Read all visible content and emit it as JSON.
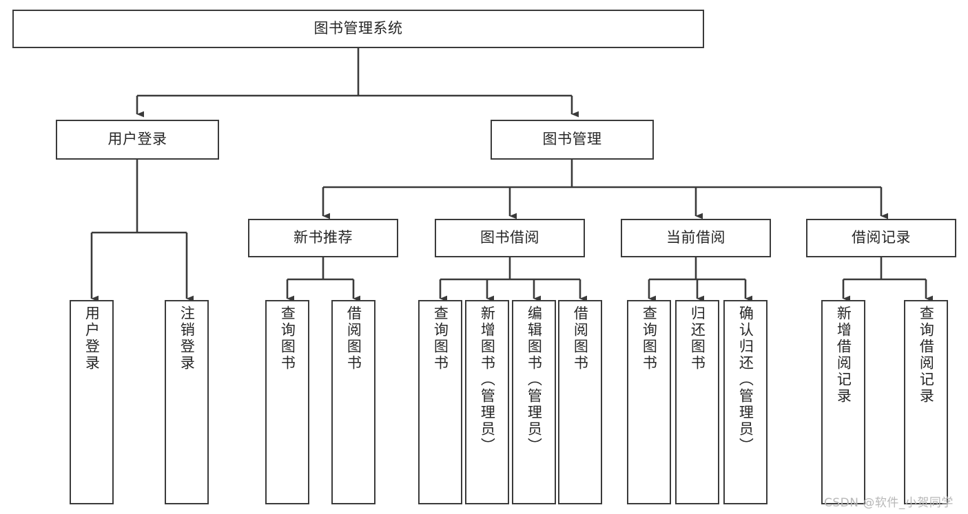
{
  "diagram": {
    "title": "图书管理系统",
    "type": "tree-hierarchy",
    "watermark": "CSDN @软件_小贺同学",
    "colors": {
      "stroke": "#3a3a3a",
      "fill": "#ffffff",
      "text": "#262626",
      "watermark": "#b8b8b8"
    },
    "root": {
      "label": "图书管理系统"
    },
    "level1": [
      {
        "label": "用户登录"
      },
      {
        "label": "图书管理"
      }
    ],
    "level2": [
      {
        "label": "新书推荐"
      },
      {
        "label": "图书借阅"
      },
      {
        "label": "当前借阅"
      },
      {
        "label": "借阅记录"
      }
    ],
    "leaves": {
      "user_login": [
        {
          "label": "用户登录"
        },
        {
          "label": "注销登录"
        }
      ],
      "new_book_recommend": [
        {
          "label": "查询图书"
        },
        {
          "label": "借阅图书"
        }
      ],
      "book_borrow": [
        {
          "label": "查询图书"
        },
        {
          "label": "新增图书（管理员）"
        },
        {
          "label": "编辑图书（管理员）"
        },
        {
          "label": "借阅图书"
        }
      ],
      "current_borrow": [
        {
          "label": "查询图书"
        },
        {
          "label": "归还图书"
        },
        {
          "label": "确认归还（管理员）"
        }
      ],
      "borrow_records": [
        {
          "label": "新增借阅记录"
        },
        {
          "label": "查询借阅记录"
        }
      ]
    }
  }
}
